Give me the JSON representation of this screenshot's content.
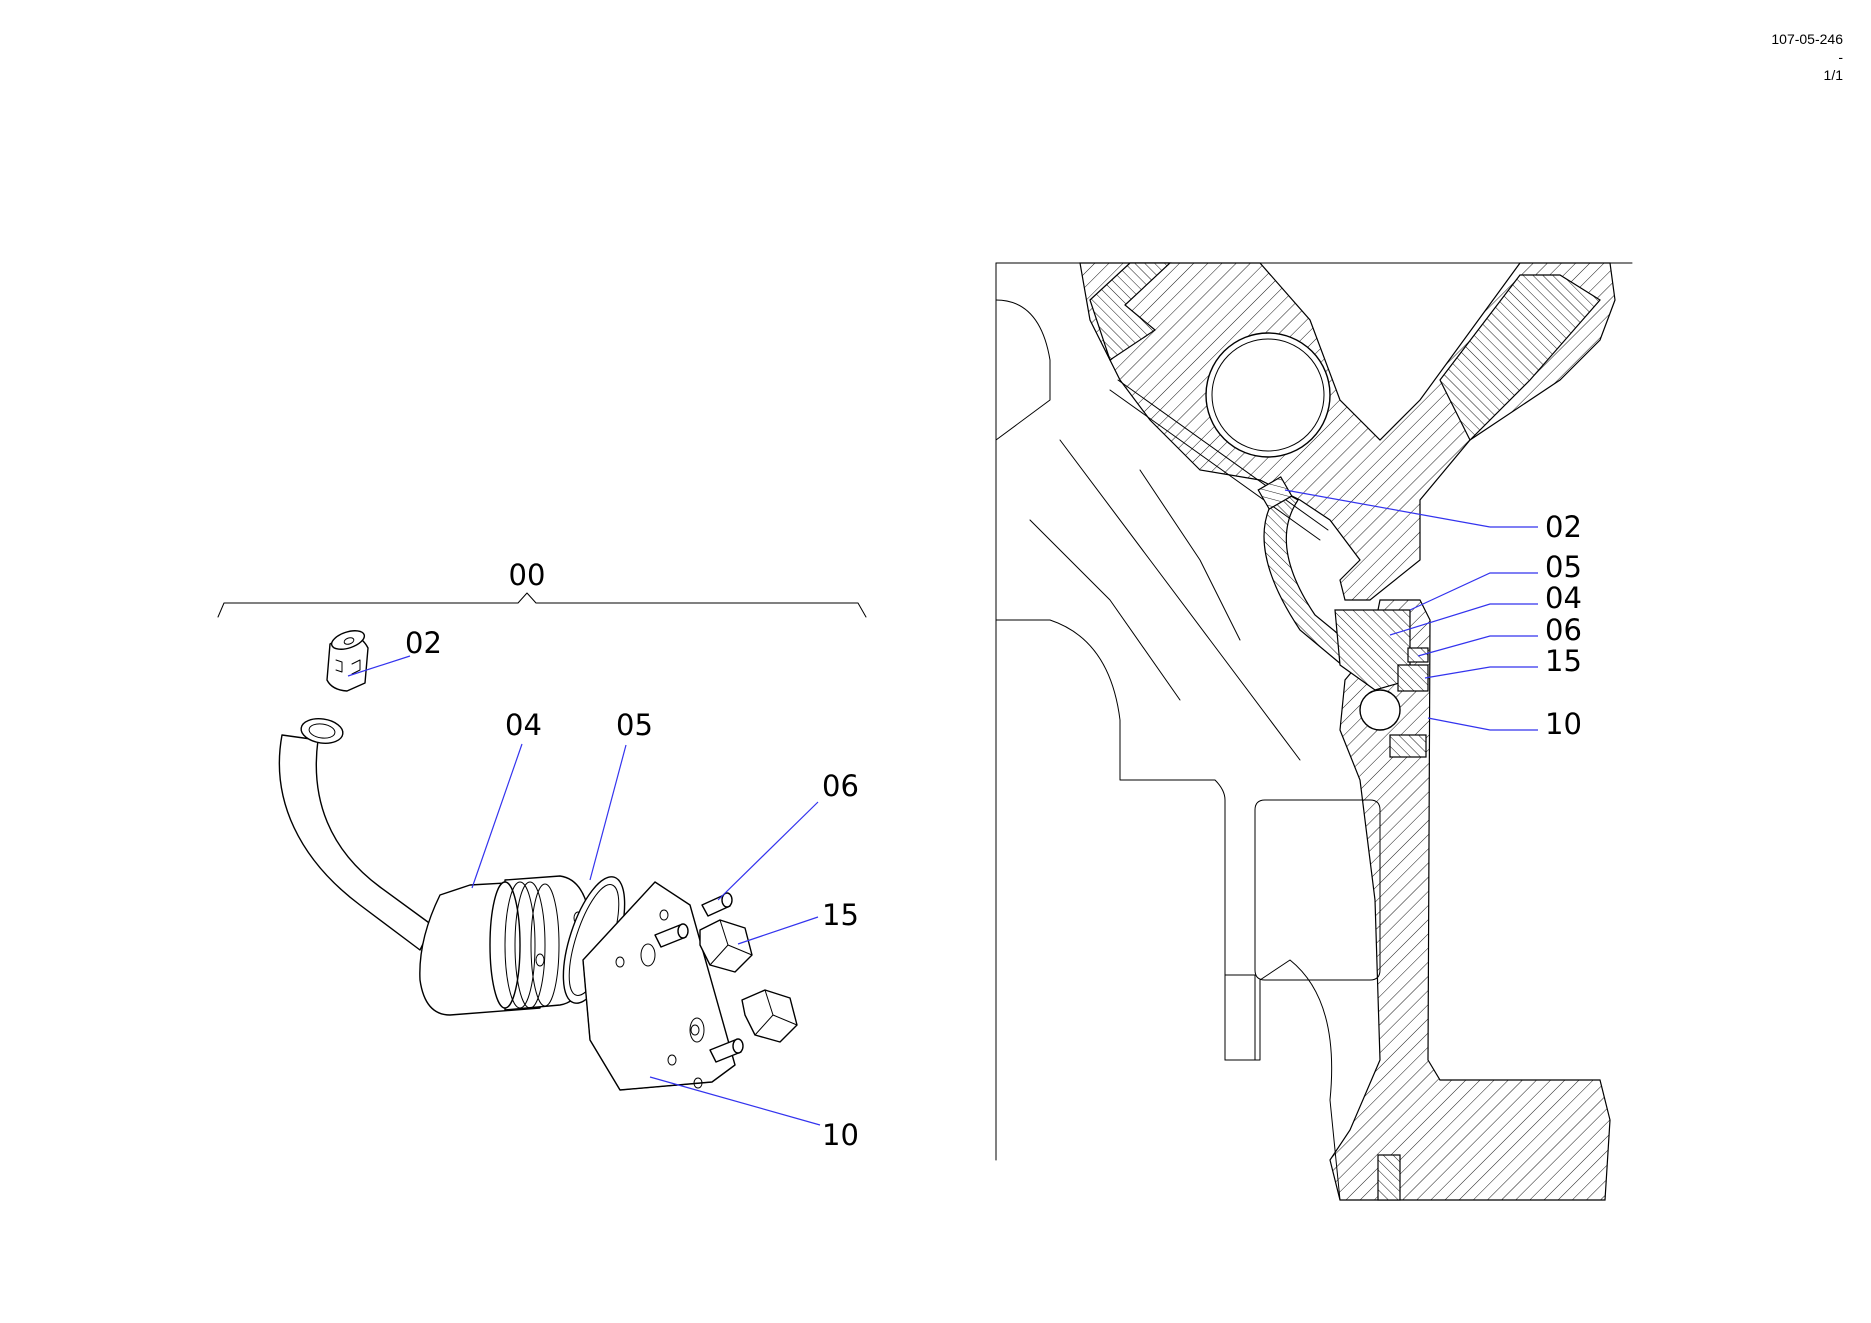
{
  "sheet": {
    "drawing_number": "107-05-246",
    "revision": "-",
    "page": "1/1"
  },
  "exploded_view": {
    "assembly_label": "00",
    "callouts": [
      "02",
      "04",
      "05",
      "06",
      "15",
      "10"
    ]
  },
  "section_view": {
    "callouts": [
      "02",
      "05",
      "04",
      "06",
      "15",
      "10"
    ]
  },
  "colors": {
    "leader_line": "#3333ee",
    "ink": "#000000",
    "background": "#ffffff"
  }
}
